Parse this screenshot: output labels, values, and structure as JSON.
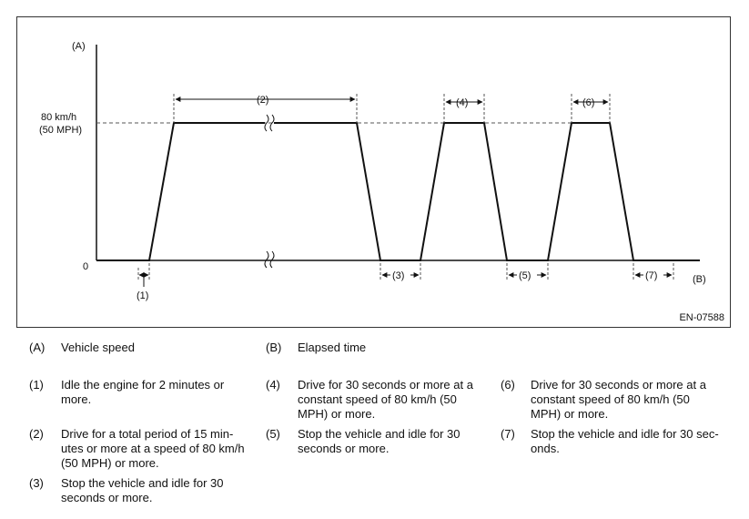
{
  "figure": {
    "axis_a_label": "(A)",
    "axis_b_label": "(B)",
    "speed_label_line1": "80 km/h",
    "speed_label_line2": "(50 MPH)",
    "zero_label": "0",
    "figure_code": "EN-07588",
    "step_labels": [
      "(1)",
      "(2)",
      "(3)",
      "(4)",
      "(5)",
      "(6)",
      "(7)"
    ]
  },
  "legend": {
    "a": {
      "num": "(A)",
      "text": "Vehicle speed"
    },
    "b": {
      "num": "(B)",
      "text": "Elapsed time"
    },
    "items": [
      {
        "num": "(1)",
        "text": [
          "Idle the engine for 2 minutes or",
          "more."
        ]
      },
      {
        "num": "(2)",
        "text": [
          "Drive for a total period of 15 min-",
          "utes or more at a speed of 80 km/h",
          "(50 MPH) or more."
        ]
      },
      {
        "num": "(3)",
        "text": [
          "Stop the vehicle and idle for 30",
          "seconds or more."
        ]
      },
      {
        "num": "(4)",
        "text": [
          "Drive for 30 seconds or more at a",
          "constant speed of 80 km/h (50",
          "MPH) or more."
        ]
      },
      {
        "num": "(5)",
        "text": [
          "Stop the vehicle and idle for 30",
          "seconds or more."
        ]
      },
      {
        "num": "(6)",
        "text": [
          "Drive for 30 seconds or more at a",
          "constant speed of 80 km/h (50",
          "MPH) or more."
        ]
      },
      {
        "num": "(7)",
        "text": [
          "Stop the vehicle and idle for 30 sec-",
          "onds."
        ]
      }
    ]
  }
}
